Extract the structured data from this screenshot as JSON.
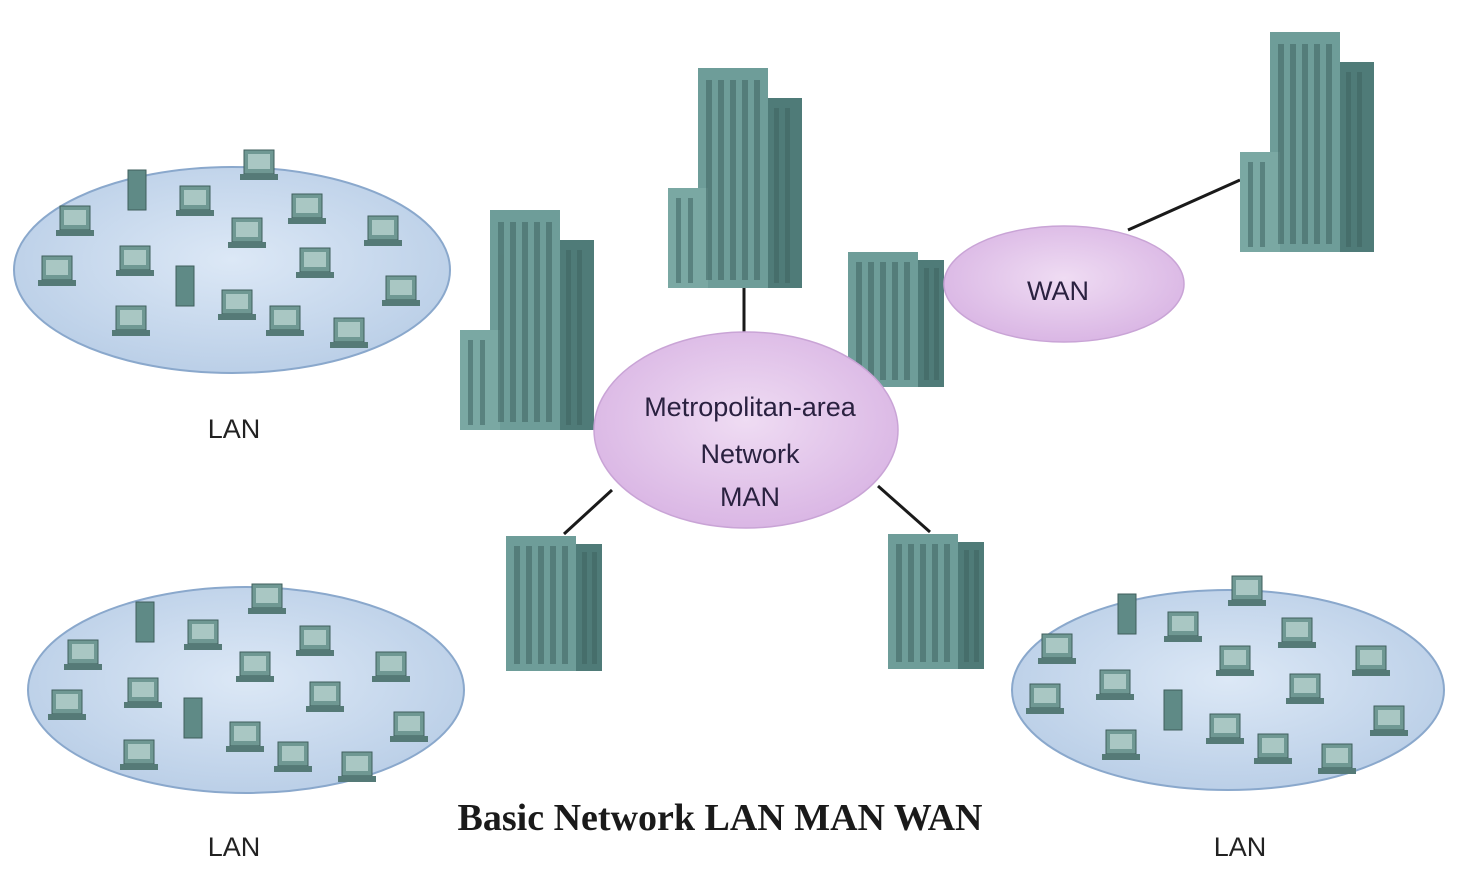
{
  "diagram": {
    "caption": "Basic Network LAN MAN WAN",
    "lan_label": "LAN",
    "man_label_lines": [
      "Metropolitan-area",
      "Network",
      "MAN"
    ],
    "wan_label": "WAN",
    "lans": [
      {
        "name": "LAN",
        "label": "LAN",
        "position": "top-left"
      },
      {
        "name": "LAN",
        "label": "LAN",
        "position": "bottom-left"
      },
      {
        "name": "LAN",
        "label": "LAN",
        "position": "bottom-right"
      }
    ],
    "colors": {
      "lan_fill": "#c9dbf0",
      "lan_stroke": "#8aa8cc",
      "man_fill": "#e5c8ee",
      "wan_fill": "#e5c8ee",
      "building": "#5f8f8b",
      "building_dark": "#4a7472",
      "link": "#1a1a1a"
    }
  }
}
